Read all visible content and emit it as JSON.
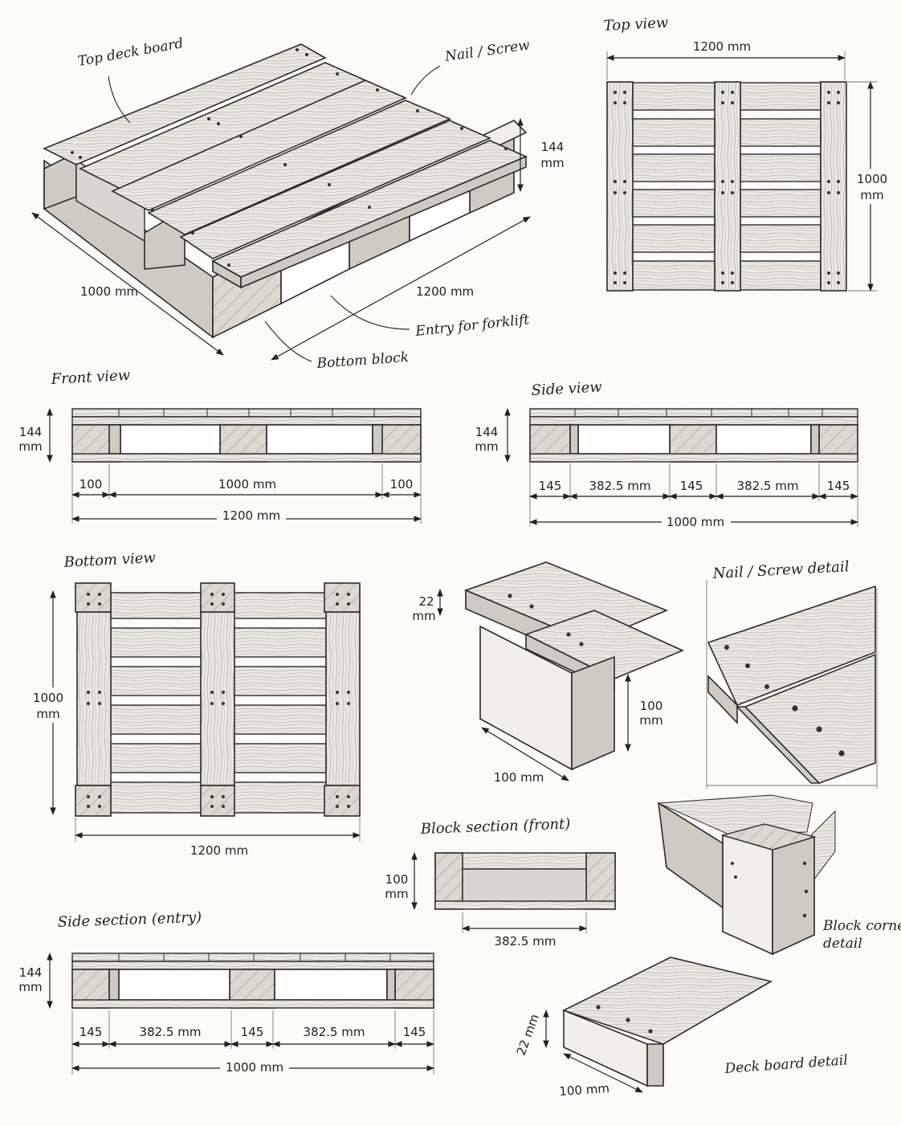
{
  "titles": {
    "top_view": "Top view",
    "front_view": "Front view",
    "side_view": "Side view",
    "bottom_view": "Bottom view",
    "nail_detail": "Nail / Screw detail",
    "block_section": "Block section (front)",
    "side_section": "Side section (entry)",
    "block_corner_line1": "Block corner",
    "block_corner_line2": "detail",
    "deck_board_detail": "Deck board detail"
  },
  "callouts": {
    "top_deck_board": "Top deck board",
    "nail_screw": "Nail / Screw",
    "entry_forklift": "Entry for forklift",
    "bottom_block": "Bottom block"
  },
  "dims": {
    "iso_length": "1200 mm",
    "iso_width": "1000 mm",
    "iso_height_val": "144",
    "iso_height_unit": "mm",
    "top_width": "1200 mm",
    "top_height_val": "1000",
    "top_height_unit": "mm",
    "front_h_val": "144",
    "front_h_unit": "mm",
    "front_block_l": "100",
    "front_gap": "1000 mm",
    "front_block_r": "100",
    "front_total": "1200 mm",
    "side_h_val": "144",
    "side_h_unit": "mm",
    "side_b1": "145",
    "side_g1": "382.5 mm",
    "side_b2": "145",
    "side_g2": "382.5 mm",
    "side_b3": "145",
    "side_total": "1000 mm",
    "bottom_h_val": "1000",
    "bottom_h_unit": "mm",
    "bottom_w": "1200 mm",
    "detail_thick_val": "22",
    "detail_thick_unit": "mm",
    "detail_block_h_val": "100",
    "detail_block_h_unit": "mm",
    "detail_block_w": "100 mm",
    "block_sec_h_val": "100",
    "block_sec_h_unit": "mm",
    "block_sec_gap": "382.5 mm",
    "sidesec_h_val": "144",
    "sidesec_h_unit": "mm",
    "sidesec_b1": "145",
    "sidesec_g1": "382.5 mm",
    "sidesec_b2": "145",
    "sidesec_g2": "382.5 mm",
    "sidesec_b3": "145",
    "sidesec_total": "1000 mm",
    "deck_thick": "22 mm",
    "deck_width": "100 mm"
  }
}
